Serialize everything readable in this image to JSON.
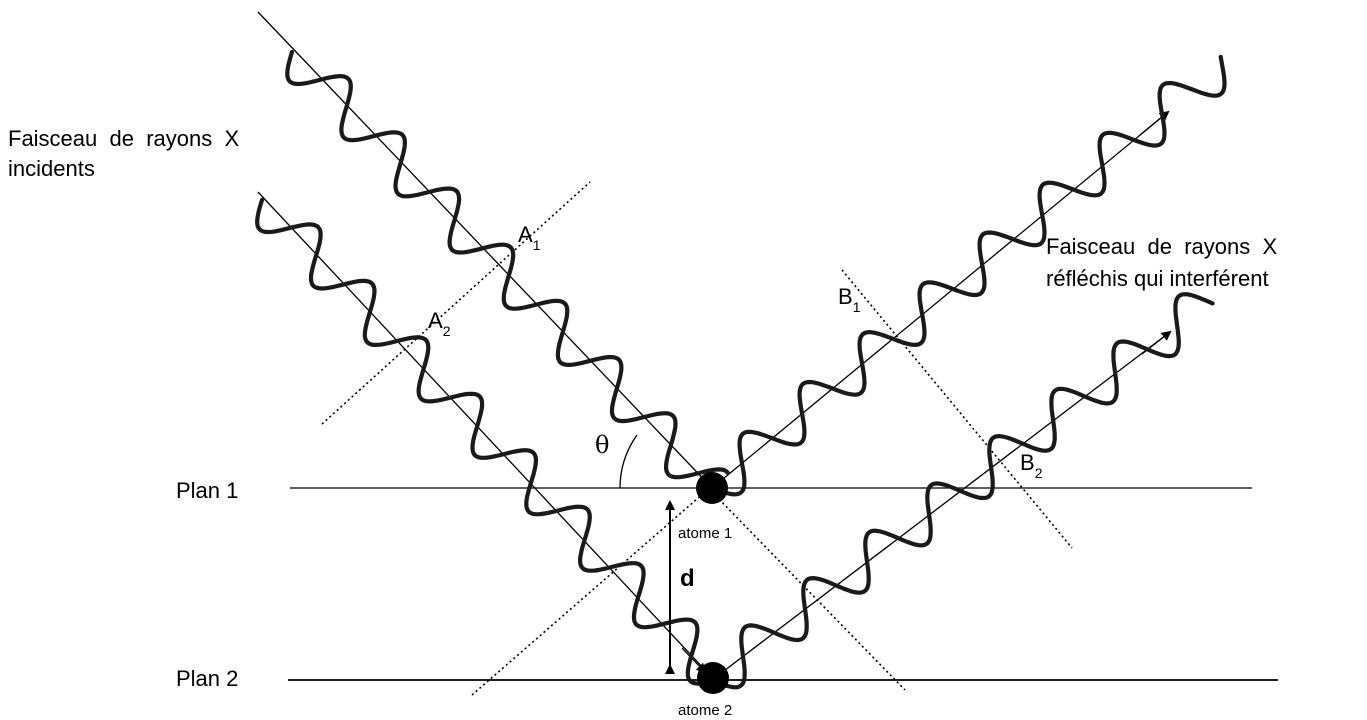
{
  "incident_label": {
    "line1": "Faisceau  de  rayons  X",
    "line2": "incidents"
  },
  "reflected_label": {
    "line1": "Faisceau  de  rayons  X",
    "line2": "réfléchis qui interférent"
  },
  "points": {
    "A1": {
      "letter": "A",
      "index": "1"
    },
    "A2": {
      "letter": "A",
      "index": "2"
    },
    "B1": {
      "letter": "B",
      "index": "1"
    },
    "B2": {
      "letter": "B",
      "index": "2"
    }
  },
  "planes": {
    "plan1": "Plan 1",
    "plan2": "Plan 2"
  },
  "atoms": {
    "atom1": "atome 1",
    "atom2": "atome 2"
  },
  "angle_symbol": "θ",
  "spacing_symbol": "d"
}
